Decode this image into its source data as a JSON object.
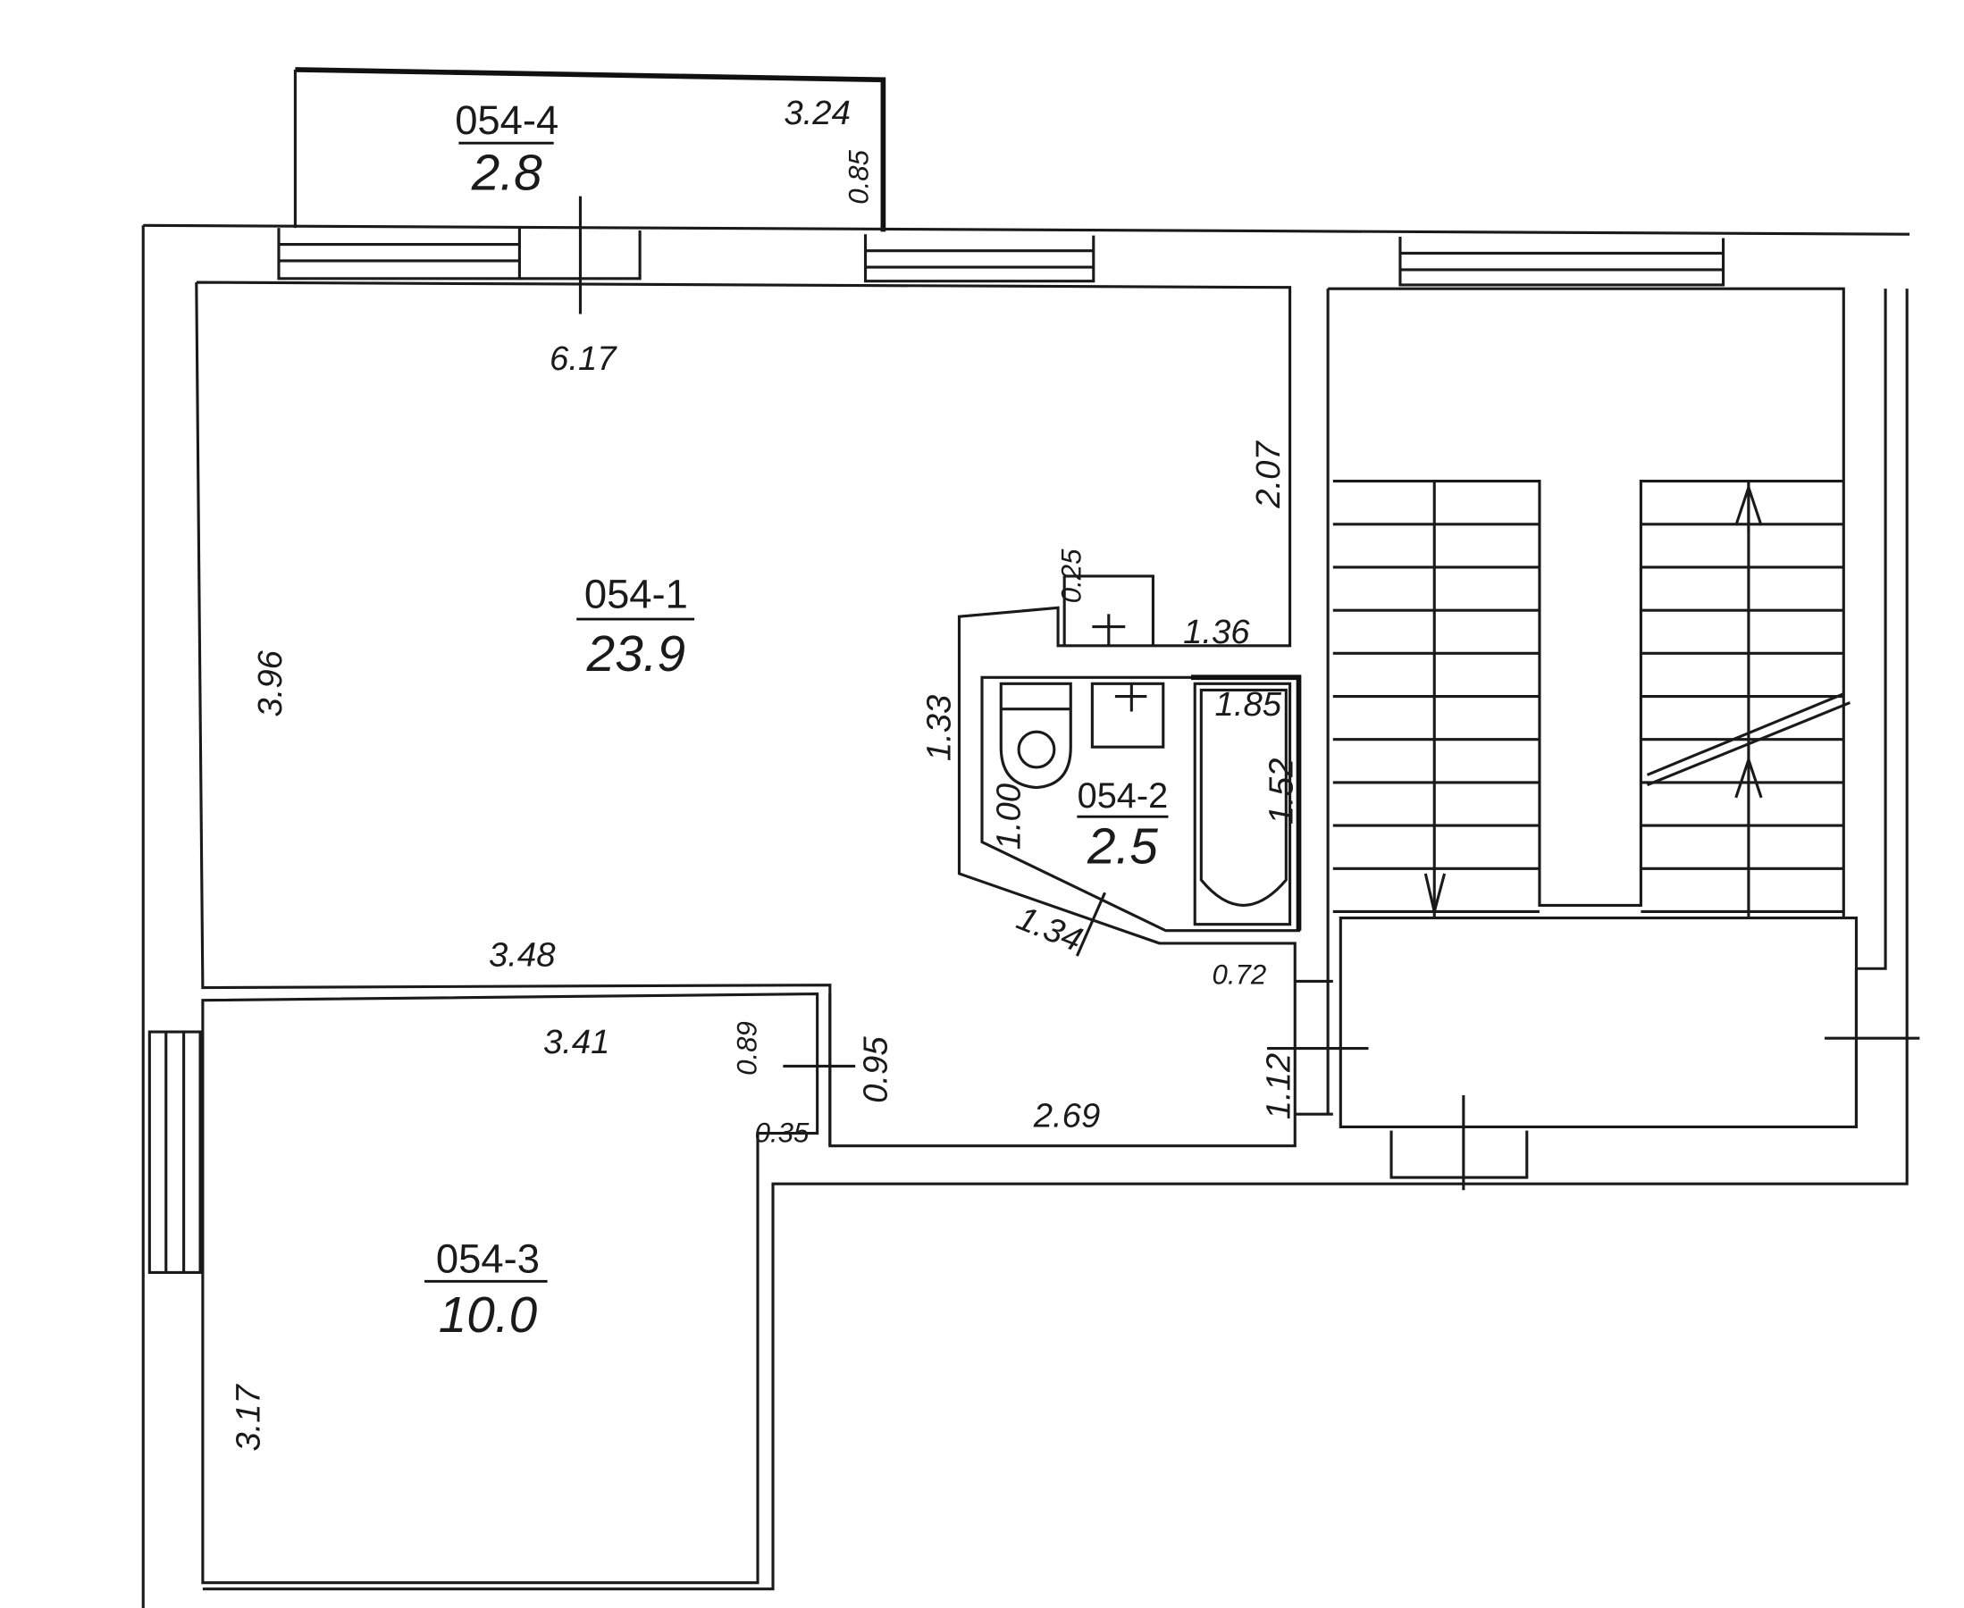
{
  "rooms": [
    {
      "id": "054-1",
      "area": "23.9"
    },
    {
      "id": "054-2",
      "area": "2.5"
    },
    {
      "id": "054-3",
      "area": "10.0"
    },
    {
      "id": "054-4",
      "area": "2.8"
    }
  ],
  "dimensions": {
    "balcony_length": "3.24",
    "balcony_depth": "0.85",
    "room1_top": "6.17",
    "room1_left": "3.96",
    "room1_right": "2.07",
    "shaft_side": "0.25",
    "shaft_ledge": "1.36",
    "bath_wall": "1.33",
    "bath_width": "1.85",
    "bath_depth": "1.52",
    "bath_left": "1.00",
    "bath_diagonal": "1.34",
    "room1_bottom": "3.48",
    "corridor_top": "0.72",
    "room3_top": "3.41",
    "room3_step": "0.89",
    "corridor_left": "0.95",
    "corridor_bottom": "2.69",
    "corridor_right": "1.12",
    "room3_corner": "0.35",
    "room3_left": "3.17"
  }
}
